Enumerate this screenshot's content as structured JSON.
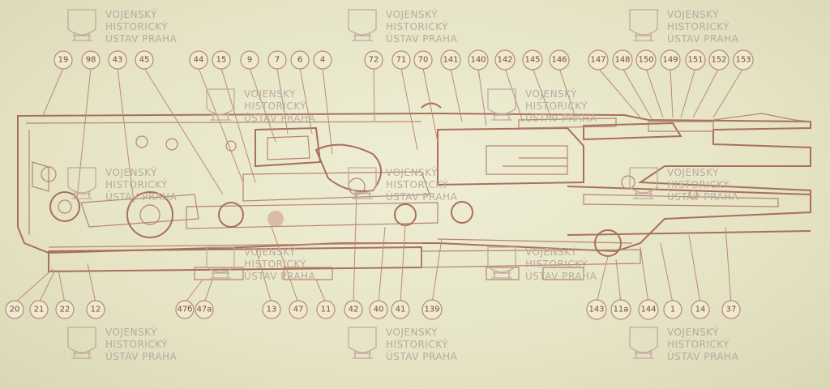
{
  "watermark": {
    "lines": [
      "VOJENSKÝ",
      "HISTORICKÝ",
      "ÚSTAV PRAHA"
    ],
    "icon": "military-history-institute-crest-icon"
  },
  "colors": {
    "paper": "#e9e6c8",
    "ink": "#a8705a",
    "callout_ink": "#7a4b3e"
  },
  "callouts_top": [
    "19",
    "98",
    "43",
    "45",
    "44",
    "15",
    "9",
    "7",
    "6",
    "4",
    "72",
    "71",
    "70",
    "141",
    "140",
    "142",
    "145",
    "146",
    "147",
    "148",
    "150",
    "149",
    "151",
    "152",
    "153"
  ],
  "callouts_bottom": [
    "20",
    "21",
    "22",
    "12",
    "47б",
    "47а",
    "13",
    "47",
    "11",
    "42",
    "40",
    "41",
    "139",
    "143",
    "11а",
    "144",
    "1",
    "14",
    "37"
  ]
}
